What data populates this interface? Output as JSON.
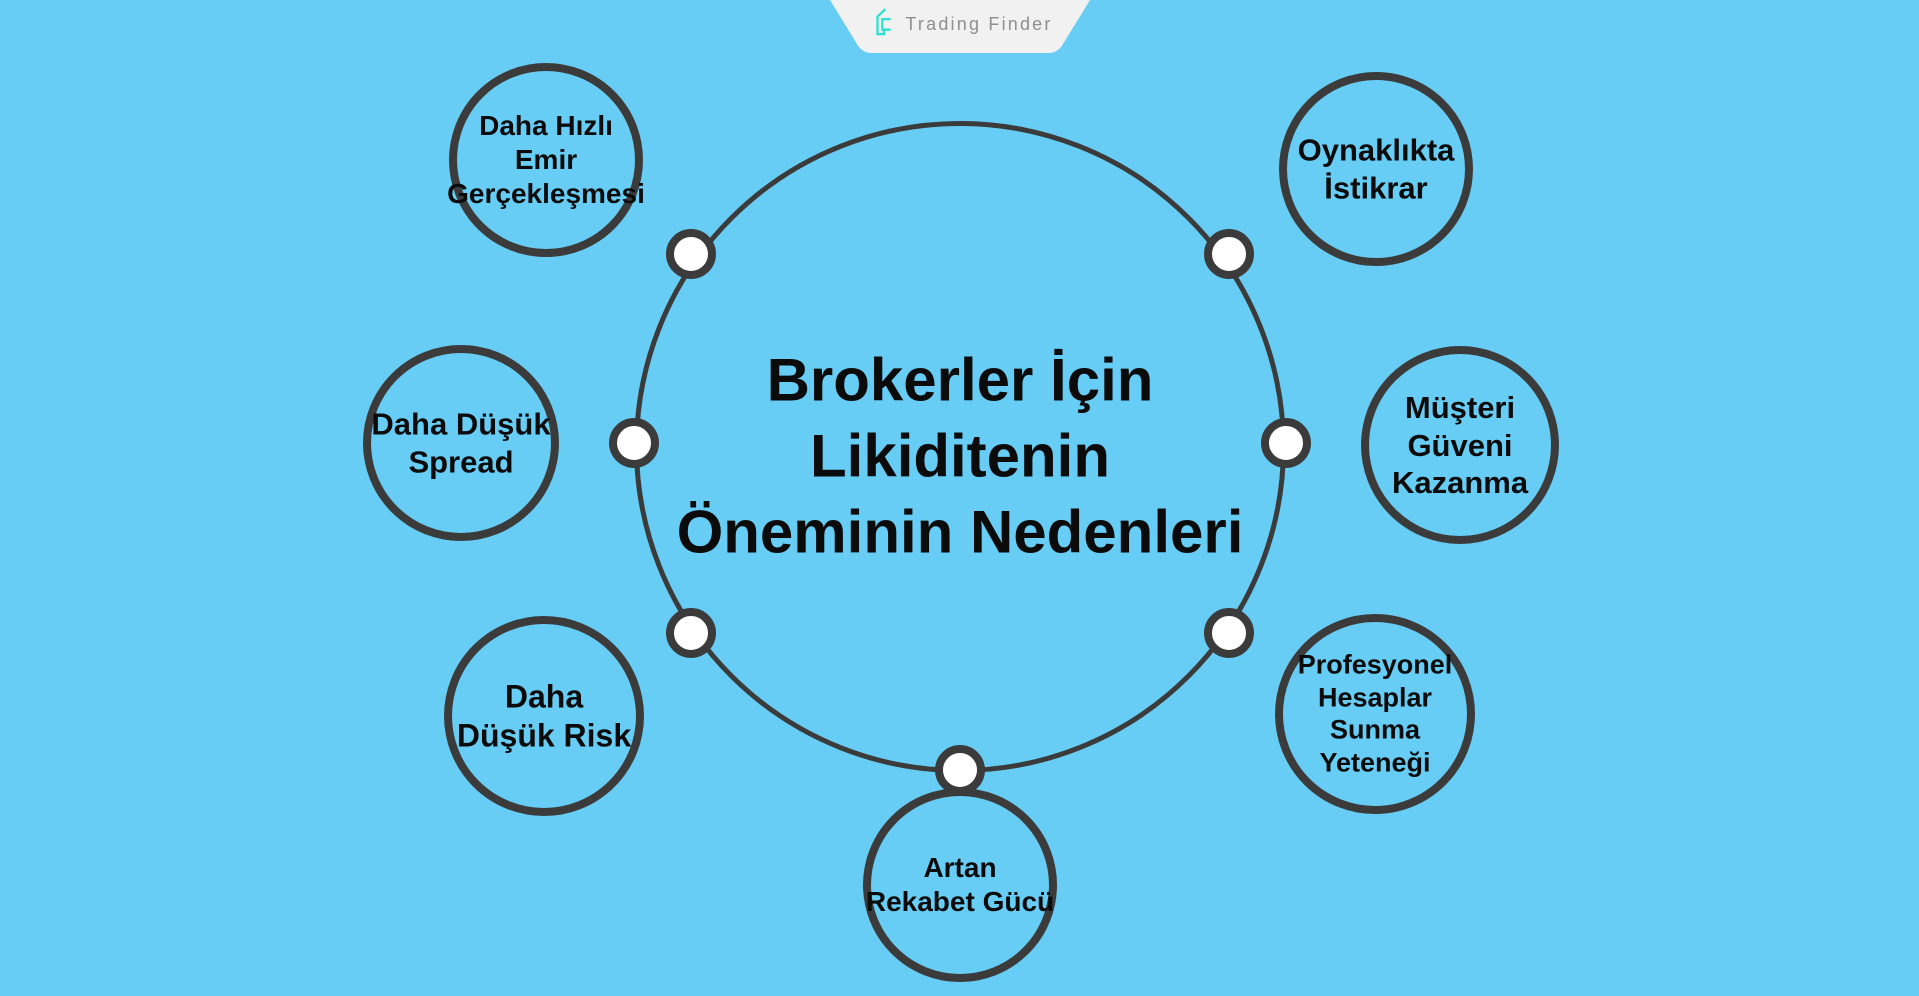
{
  "brand": {
    "name": "Trading Finder",
    "icon": "trading-finder-monogram-icon"
  },
  "diagram": {
    "title": "Brokerler İçin\nLikiditenin\nÖneminin Nedenleri",
    "satellites": [
      {
        "position": "top-left",
        "label": "Daha Hızlı\nEmir\nGerçekleşmesi"
      },
      {
        "position": "top-right",
        "label": "Oynaklıkta\nİstikrar"
      },
      {
        "position": "left",
        "label": "Daha Düşük\nSpread"
      },
      {
        "position": "right",
        "label": "Müşteri\nGüveni\nKazanma"
      },
      {
        "position": "bottom-left",
        "label": "Daha\nDüşük Risk"
      },
      {
        "position": "bottom-right",
        "label": "Profesyonel\nHesaplar\nSunma\nYeteneği"
      },
      {
        "position": "bottom",
        "label": "Artan\nRekabet Gücü"
      }
    ]
  },
  "colors": {
    "bg": "#67CDF5",
    "stroke": "#3B3B3B",
    "node_fill": "#FFFFFF",
    "badge_bg": "#F1F1F1",
    "teal": "#2BE1D4",
    "brand_gray": "#8E8E8E",
    "ink": "#0B0B0B"
  }
}
